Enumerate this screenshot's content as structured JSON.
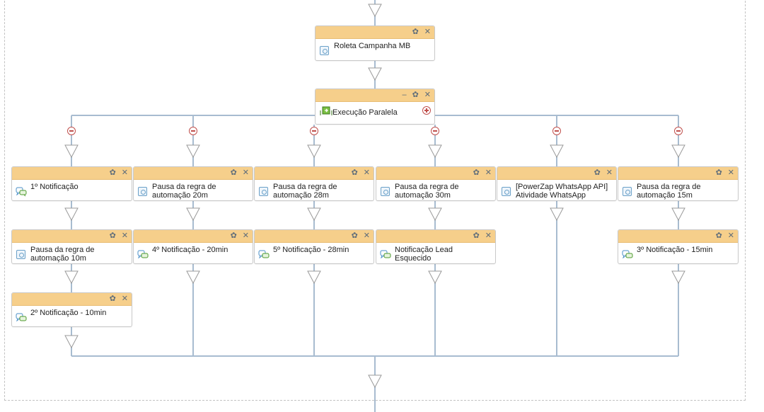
{
  "workflow": {
    "top_node": {
      "title": "Roleta Campanha MB",
      "icon": "task-icon"
    },
    "parallel_node": {
      "title": "Execução Paralela",
      "icon": "parallel-icon"
    },
    "branches": [
      {
        "nodes": [
          {
            "title": "1º Notificação",
            "icon": "chat-icon"
          },
          {
            "title": "Pausa da regra de automação 10m",
            "icon": "task-icon"
          },
          {
            "title": "2º Notificação - 10min",
            "icon": "chat-icon"
          }
        ]
      },
      {
        "nodes": [
          {
            "title": "Pausa da regra de automação 20m",
            "icon": "task-icon"
          },
          {
            "title": "4º Notificação - 20min",
            "icon": "chat-icon"
          }
        ]
      },
      {
        "nodes": [
          {
            "title": "Pausa da regra de automação 28m",
            "icon": "task-icon"
          },
          {
            "title": "5º Notificação - 28min",
            "icon": "chat-icon"
          }
        ]
      },
      {
        "nodes": [
          {
            "title": "Pausa da regra de automação 30m",
            "icon": "task-icon"
          },
          {
            "title": "Notificação Lead Esquecido",
            "icon": "chat-icon"
          }
        ]
      },
      {
        "nodes": [
          {
            "title": "[PowerZap WhatsApp API] Atividade WhatsApp",
            "icon": "task-icon"
          }
        ]
      },
      {
        "nodes": [
          {
            "title": "Pausa da regra de automação 15m",
            "icon": "task-icon"
          },
          {
            "title": "3º Notificação - 15min",
            "icon": "chat-icon"
          }
        ]
      }
    ]
  },
  "controls": {
    "settings": "✿",
    "close": "✕",
    "minimize": "–"
  },
  "colors": {
    "header": "#f6cf8b",
    "wire": "#9db3c9",
    "arrow_fill": "#ffffff",
    "arrow_stroke": "#9a9a9a",
    "remove": "#c0504d"
  }
}
